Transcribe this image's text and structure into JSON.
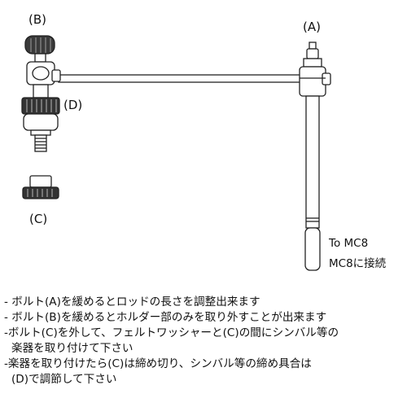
{
  "labels": {
    "a": "(A)",
    "b": "(B)",
    "c": "(C)",
    "d": "(D)",
    "to_mc8": "To MC8",
    "mc8_connect": "MC8に接続"
  },
  "notes": [
    "- ボルト(A)を緩めるとロッドの長さを調整出来ます",
    "- ボルト(B)を緩めるとホルダー部のみを取り外すことが出来ます",
    "-ボルト(C)を外して、フェルトワッシャーと(C)の間にシンバル等の",
    "楽器を取り付けて下さい",
    "-楽器を取り付けたら(C)は締め切り、シンバル等の締め具合は",
    "(D)で調節して下さい"
  ]
}
